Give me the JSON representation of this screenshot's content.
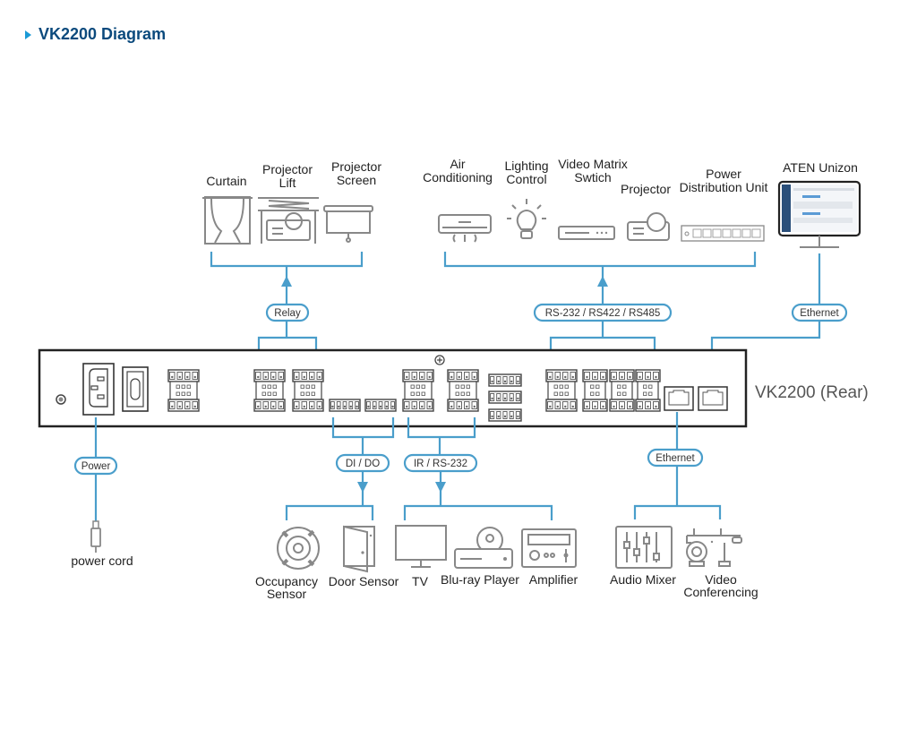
{
  "header": {
    "title": "VK2200 Diagram"
  },
  "device": {
    "name": "VK2200 (Rear)"
  },
  "top_left_devices": [
    {
      "id": "curtain",
      "lines": [
        "Curtain"
      ]
    },
    {
      "id": "projector-lift",
      "lines": [
        "Projector",
        "Lift"
      ]
    },
    {
      "id": "projector-screen",
      "lines": [
        "Projector",
        "Screen"
      ]
    }
  ],
  "top_right_devices": [
    {
      "id": "air-conditioning",
      "lines": [
        "Air",
        "Conditioning"
      ]
    },
    {
      "id": "lighting-control",
      "lines": [
        "Lighting",
        "Control"
      ]
    },
    {
      "id": "video-matrix-switch",
      "lines": [
        "Video Matrix",
        "Swtich"
      ]
    },
    {
      "id": "projector",
      "lines": [
        "Projector"
      ]
    },
    {
      "id": "pdu",
      "lines": [
        "Power",
        "Distribution Unit"
      ]
    }
  ],
  "aten_unizon": {
    "label": "ATEN Unizon"
  },
  "bottom_devices": {
    "power": {
      "label": "power cord"
    },
    "dido": [
      {
        "id": "occupancy-sensor",
        "lines": [
          "Occupancy",
          "Sensor"
        ]
      },
      {
        "id": "door-sensor",
        "lines": [
          "Door Sensor"
        ]
      }
    ],
    "ir": [
      {
        "id": "tv",
        "lines": [
          "TV"
        ]
      },
      {
        "id": "bluray-player",
        "lines": [
          "Blu-ray Player"
        ]
      },
      {
        "id": "amplifier",
        "lines": [
          "Amplifier"
        ]
      }
    ],
    "ethernet": [
      {
        "id": "audio-mixer",
        "lines": [
          "Audio Mixer"
        ]
      },
      {
        "id": "video-conferencing",
        "lines": [
          "Video",
          "Conferencing"
        ]
      }
    ]
  },
  "connections": {
    "relay": "Relay",
    "serial": "RS-232 / RS422 / RS485",
    "ethernet_top": "Ethernet",
    "power": "Power",
    "dido": "DI / DO",
    "ir": "IR / RS-232",
    "ethernet_bottom": "Ethernet"
  },
  "colors": {
    "accent": "#4a9ecb",
    "title": "#0b4a7d",
    "icon": "#888888",
    "device_outline": "#222222"
  }
}
